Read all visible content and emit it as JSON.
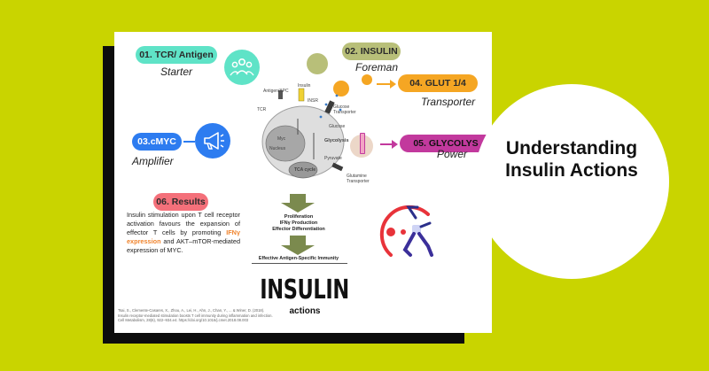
{
  "card": {
    "starter": {
      "label": "01. TCR/ Antigen",
      "role": "Starter"
    },
    "foreman": {
      "label": "02. INSULIN",
      "role": "Foreman"
    },
    "amplifier": {
      "label": "03.cMYC",
      "role": "Amplifier"
    },
    "transporter": {
      "label": "04. GLUT 1/4",
      "role": "Transporter"
    },
    "power": {
      "label": "05. GLYCOLYS",
      "role": "Power"
    },
    "results": {
      "label": "06. Results",
      "text_pre": "Insulin stimulation upon T cell receptor activation favours the expansion of effector T cells by promoting ",
      "text_highlight": "IFNγ expression",
      "text_post": " and AKT–mTOR-mediated expression of MYC."
    },
    "diagram": {
      "antigen_apc": "Antigen/APC",
      "insulin": "Insulin",
      "tcr": "TCR",
      "insr": "INSR",
      "glucose_transporter": "Glucose Transporter",
      "glucose": "Glucose",
      "glycolysis": "Glycolysis",
      "pyruvate": "Pyruvate",
      "tca": "TCA cycle",
      "glutamine_transporter": "Glutamine Transporter",
      "nucleus": "Nucleus",
      "myc": "Myc",
      "outcome": [
        "Proliferation",
        "IFNγ Production",
        "Effector Differentiation"
      ],
      "immunity": "Effective Antigen-Specific Immunity"
    },
    "insulin_title": "INSULIN",
    "insulin_sub": "actions",
    "reference": "Tsai, S., Clemente-Casares, X., Zhou, A., Lei, H., Ahn, J., Chan, Y., ... & Winer, D. (2018). Insulin receptor-mediated stimulation boosts T cell immunity during inflammation and infection. Cell Metabolism, 28(6), 922–934.e4. https://doi.org/10.1016/j.cmet.2018.08.003"
  },
  "hero": {
    "title": "Understanding Insulin Actions"
  },
  "colors": {
    "background": "#c9d400",
    "teal": "#5fe3c7",
    "olive": "#b8bf79",
    "orange": "#f5a623",
    "magenta": "#c2399d",
    "red": "#f4707a",
    "blue": "#2d7cf0"
  }
}
